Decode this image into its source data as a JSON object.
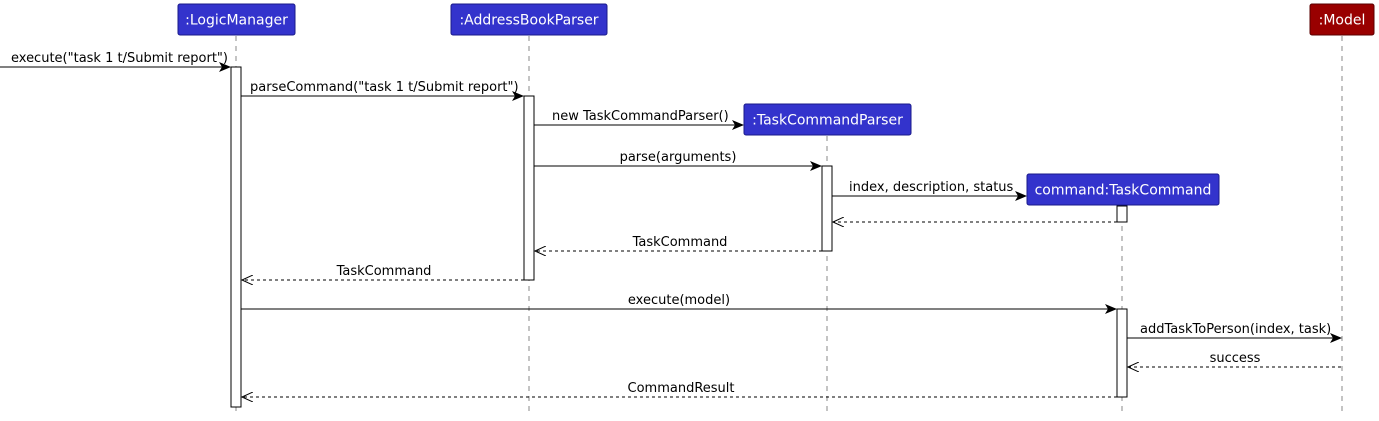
{
  "colors": {
    "participant": "#3333cc",
    "participant_border": "#1a1a8a",
    "model": "#990000",
    "model_border": "#5a0000",
    "line": "#000000",
    "lifeline": "#777777"
  },
  "participants": {
    "logic_manager": ":LogicManager",
    "address_book_parser": ":AddressBookParser",
    "task_command_parser": ":TaskCommandParser",
    "task_command": "command:TaskCommand",
    "model": ":Model"
  },
  "messages": {
    "m1": "execute(\"task 1 t/Submit report\")",
    "m2": "parseCommand(\"task 1 t/Submit report\")",
    "m3": "new TaskCommandParser()",
    "m4": "parse(arguments)",
    "m5": "index, description, status",
    "m7": "TaskCommand",
    "m8": "TaskCommand",
    "m9": "execute(model)",
    "m10": "addTaskToPerson(index, task)",
    "m11": "success",
    "m12": "CommandResult"
  }
}
